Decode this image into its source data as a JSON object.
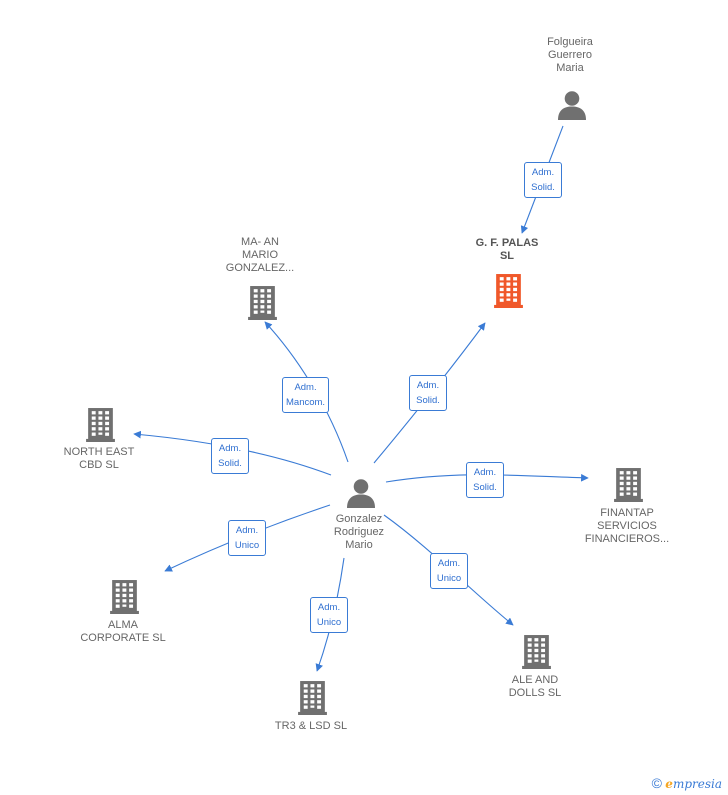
{
  "center": {
    "label": "Gonzalez\nRodriguez\nMario",
    "icon": "person-icon"
  },
  "persons": [
    {
      "id": "folgueira",
      "label": "Folgueira\nGuerrero\nMaria",
      "icon": "person-icon"
    }
  ],
  "companies": [
    {
      "id": "gf-palas",
      "label": "G. F. PALAS\nSL",
      "highlight": true,
      "color": "#f0582a",
      "icon": "building-icon"
    },
    {
      "id": "ma-an",
      "label": "MA- AN\nMARIO\nGONZALEZ...",
      "highlight": false,
      "color": "#707070",
      "icon": "building-icon"
    },
    {
      "id": "north-east",
      "label": "NORTH EAST\nCBD  SL",
      "highlight": false,
      "color": "#707070",
      "icon": "building-icon"
    },
    {
      "id": "finantap",
      "label": "FINANTAP\nSERVICIOS\nFINANCIEROS...",
      "highlight": false,
      "color": "#707070",
      "icon": "building-icon"
    },
    {
      "id": "alma",
      "label": "ALMA\nCORPORATE  SL",
      "highlight": false,
      "color": "#707070",
      "icon": "building-icon"
    },
    {
      "id": "tr3",
      "label": "TR3 & LSD  SL",
      "highlight": false,
      "color": "#707070",
      "icon": "building-icon"
    },
    {
      "id": "ale",
      "label": "ALE AND\nDOLLS  SL",
      "highlight": false,
      "color": "#707070",
      "icon": "building-icon"
    }
  ],
  "relations": [
    {
      "from": "folgueira",
      "to": "gf-palas",
      "role": "Adm.\nSolid."
    },
    {
      "from": "center",
      "to": "ma-an",
      "role": "Adm.\nMancom."
    },
    {
      "from": "center",
      "to": "gf-palas",
      "role": "Adm.\nSolid."
    },
    {
      "from": "center",
      "to": "north-east",
      "role": "Adm.\nSolid."
    },
    {
      "from": "center",
      "to": "finantap",
      "role": "Adm.\nSolid."
    },
    {
      "from": "center",
      "to": "alma",
      "role": "Adm.\nUnico"
    },
    {
      "from": "center",
      "to": "tr3",
      "role": "Adm.\nUnico"
    },
    {
      "from": "center",
      "to": "ale",
      "role": "Adm.\nUnico"
    }
  ],
  "footer": {
    "copyright": "©",
    "brand_initial": "e",
    "brand_rest": "mpresia"
  },
  "colors": {
    "edge": "#3a7bd5",
    "person": "#707070",
    "label": "#666666"
  }
}
